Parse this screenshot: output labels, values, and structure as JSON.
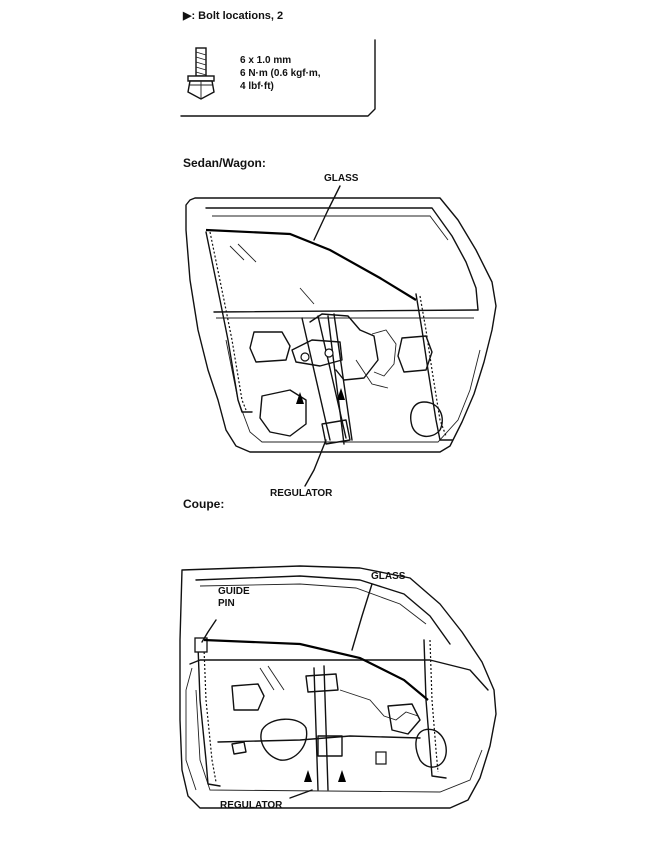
{
  "header": {
    "bolt_locations": "▶: Bolt locations, 2"
  },
  "bolt_spec": {
    "size": "6 x 1.0 mm",
    "torque_line1": "6 N·m (0.6 kgf·m,",
    "torque_line2": "4 lbf·ft)"
  },
  "sedan": {
    "title": "Sedan/Wagon:",
    "glass_label": "GLASS",
    "regulator_label": "REGULATOR"
  },
  "coupe": {
    "title": "Coupe:",
    "glass_label": "GLASS",
    "guide_pin_label_line1": "GUIDE",
    "guide_pin_label_line2": "PIN",
    "regulator_label": "REGULATOR"
  },
  "icons": [
    "bolt-icon",
    "bolt-location-arrow-icon"
  ]
}
